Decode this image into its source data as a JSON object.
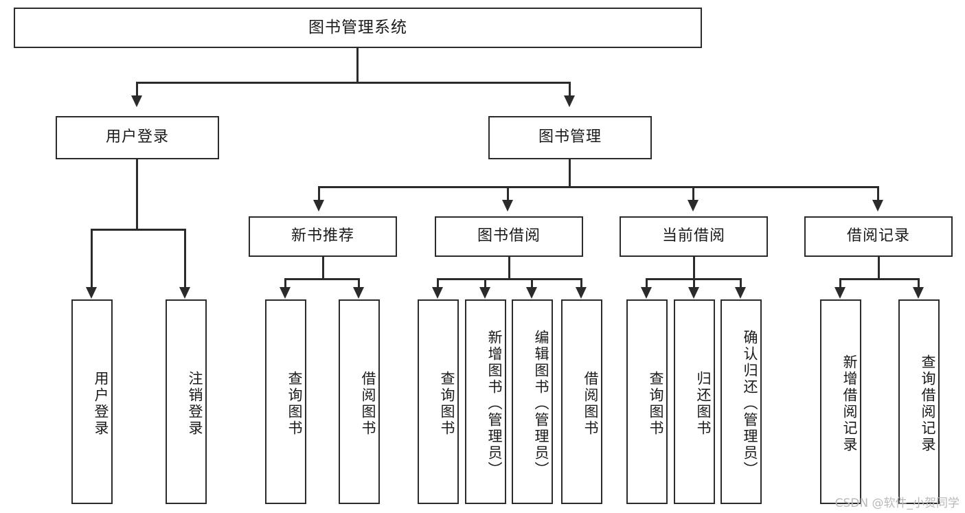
{
  "diagram": {
    "type": "tree",
    "title": "图书管理系统",
    "root": {
      "label": "图书管理系统"
    },
    "level2": [
      {
        "label": "用户登录"
      },
      {
        "label": "图书管理"
      }
    ],
    "level3": [
      {
        "label": "新书推荐",
        "parent": "图书管理"
      },
      {
        "label": "图书借阅",
        "parent": "图书管理"
      },
      {
        "label": "当前借阅",
        "parent": "图书管理"
      },
      {
        "label": "借阅记录",
        "parent": "图书管理"
      }
    ],
    "leaves": {
      "user_login": [
        {
          "label": "用户登录"
        },
        {
          "label": "注销登录"
        }
      ],
      "new_book_recommend": [
        {
          "label": "查询图书"
        },
        {
          "label": "借阅图书"
        }
      ],
      "book_borrow": [
        {
          "label": "查询图书"
        },
        {
          "label": "新增图书（管理员）"
        },
        {
          "label": "编辑图书（管理员）"
        },
        {
          "label": "借阅图书"
        }
      ],
      "current_borrow": [
        {
          "label": "查询图书"
        },
        {
          "label": "归还图书"
        },
        {
          "label": "确认归还（管理员）"
        }
      ],
      "borrow_record": [
        {
          "label": "新增借阅记录"
        },
        {
          "label": "查询借阅记录"
        }
      ]
    }
  },
  "watermark": {
    "text": "CSDN @软件_小贺同学"
  },
  "colors": {
    "stroke": "#2b2b2b",
    "fill": "#ffffff",
    "text": "#1a1a1a",
    "watermark": "#b9b9b9"
  }
}
